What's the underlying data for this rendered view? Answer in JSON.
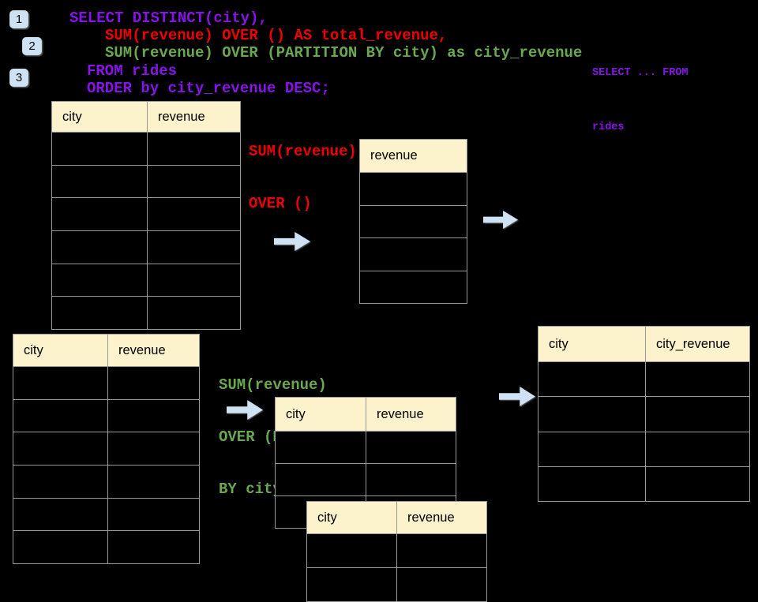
{
  "colors": {
    "background": "#000000",
    "header_fill": "#fcf2cc",
    "table_border": "#999999",
    "arrow_fill": "#cfe2f3",
    "badge_fill": "#cfe2f3",
    "purple": "#8614e8",
    "red": "#ef0000",
    "green": "#6aa84f"
  },
  "badges": [
    {
      "label": "1"
    },
    {
      "label": "2"
    },
    {
      "label": "3"
    }
  ],
  "sql": {
    "line1": "SELECT DISTINCT(city),",
    "line2": "SUM(revenue) OVER () AS total_revenue,",
    "line3": "SUM(revenue) OVER (PARTITION BY city) as city_revenue",
    "line4": "FROM rides",
    "line5": "ORDER by city_revenue DESC;"
  },
  "side_snippet": {
    "line1": "SELECT ... FROM",
    "line2": "rides"
  },
  "annotations": {
    "total_line1": "SUM(revenue)",
    "total_line2": "OVER ()",
    "partition_line1": "SUM(revenue)",
    "partition_line2": "OVER (PARTITION",
    "partition_line3": "BY city)"
  },
  "tables": {
    "source_top": {
      "headers": [
        "city",
        "revenue"
      ],
      "row_count": 6
    },
    "total_revenue": {
      "headers": [
        "revenue"
      ],
      "row_count": 4
    },
    "source_bottom": {
      "headers": [
        "city",
        "revenue"
      ],
      "row_count": 6
    },
    "partition_step": {
      "headers": [
        "city",
        "revenue"
      ],
      "row_count": 3
    },
    "partition_overlay": {
      "headers": [
        "city",
        "revenue"
      ],
      "row_count": 2
    },
    "result_city_revenue": {
      "headers": [
        "city",
        "city_revenue"
      ],
      "row_count": 4
    }
  }
}
